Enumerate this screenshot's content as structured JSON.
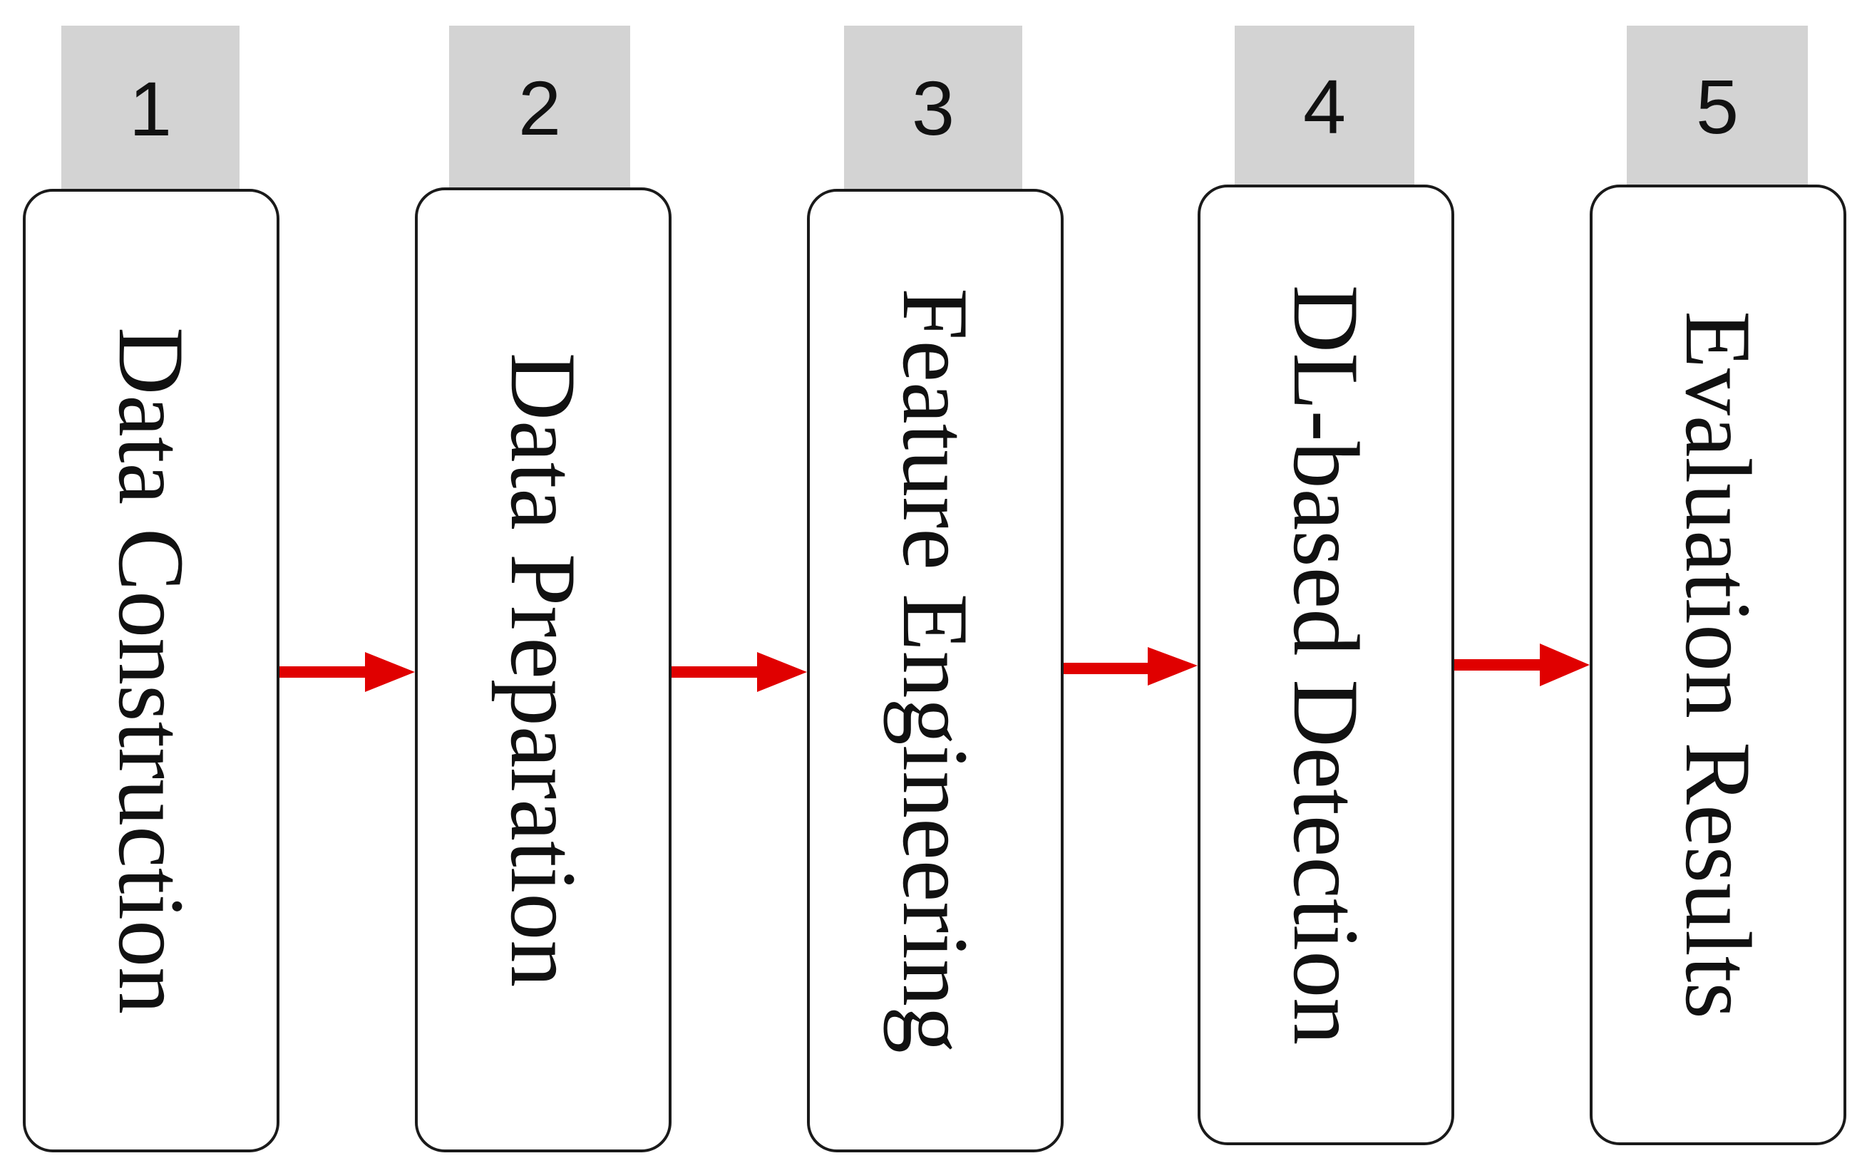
{
  "steps": [
    {
      "number": "1",
      "label": "Data Construction"
    },
    {
      "number": "2",
      "label": "Data Preparation"
    },
    {
      "number": "3",
      "label": "Feature Engineering"
    },
    {
      "number": "4",
      "label": "DL-based Detection"
    },
    {
      "number": "5",
      "label": "Evaluation Results"
    }
  ],
  "colors": {
    "tab_fill": "#d3d3d3",
    "arrow": "#e00000",
    "box_border": "#1a1a1a"
  }
}
